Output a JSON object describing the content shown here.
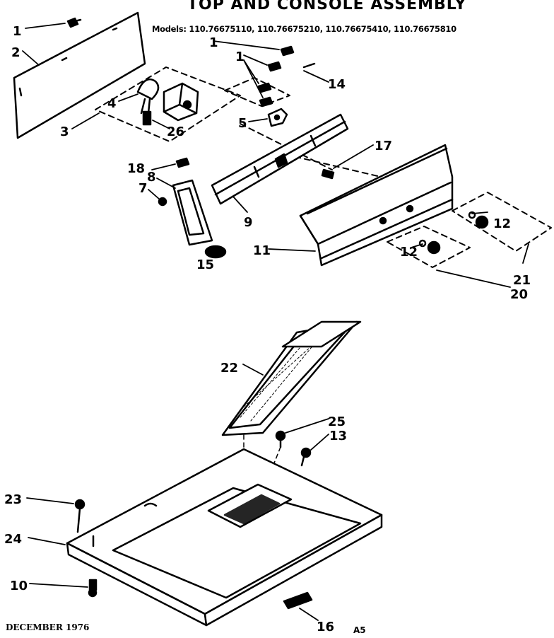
{
  "title": "TOP AND CONSOLE ASSEMBLY",
  "models": "Models: 110.76675110, 110.76675210, 110.76675410, 110.76675810",
  "footer": {
    "date": "DECEMBER 1976",
    "code": "A5"
  },
  "callouts": [
    "1",
    "1",
    "1",
    "2",
    "3",
    "4",
    "26",
    "5",
    "14",
    "17",
    "18",
    "8",
    "7",
    "9",
    "11",
    "15",
    "12",
    "12",
    "21",
    "20",
    "22",
    "25",
    "13",
    "23",
    "24",
    "10",
    "16"
  ]
}
